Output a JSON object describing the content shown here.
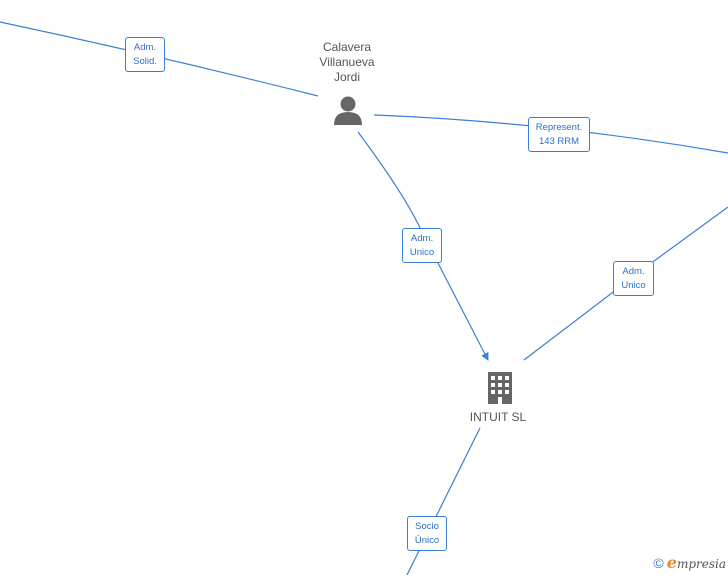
{
  "colors": {
    "edge": "#3a7fd5",
    "icon": "#666666",
    "label_text": "#2c6fc9",
    "node_text": "#555555",
    "brand_accent": "#e58a1f"
  },
  "nodes": {
    "person": {
      "name": "Calavera\nVillanueva\nJordi",
      "icon": "person-icon"
    },
    "company": {
      "name": "INTUIT SL",
      "icon": "building-icon"
    }
  },
  "edges": {
    "adm_solid": {
      "line1": "Adm.",
      "line2": "Solid."
    },
    "represent": {
      "line1": "Represent.",
      "line2": "143 RRM"
    },
    "adm_unico_person": {
      "line1": "Adm.",
      "line2": "Unico"
    },
    "adm_unico_right": {
      "line1": "Adm.",
      "line2": "Unico"
    },
    "socio_unico": {
      "line1": "Socio",
      "line2": "Único"
    }
  },
  "footer": {
    "copyright": "©",
    "brand_initial": "e",
    "brand_rest": "mpresia"
  }
}
